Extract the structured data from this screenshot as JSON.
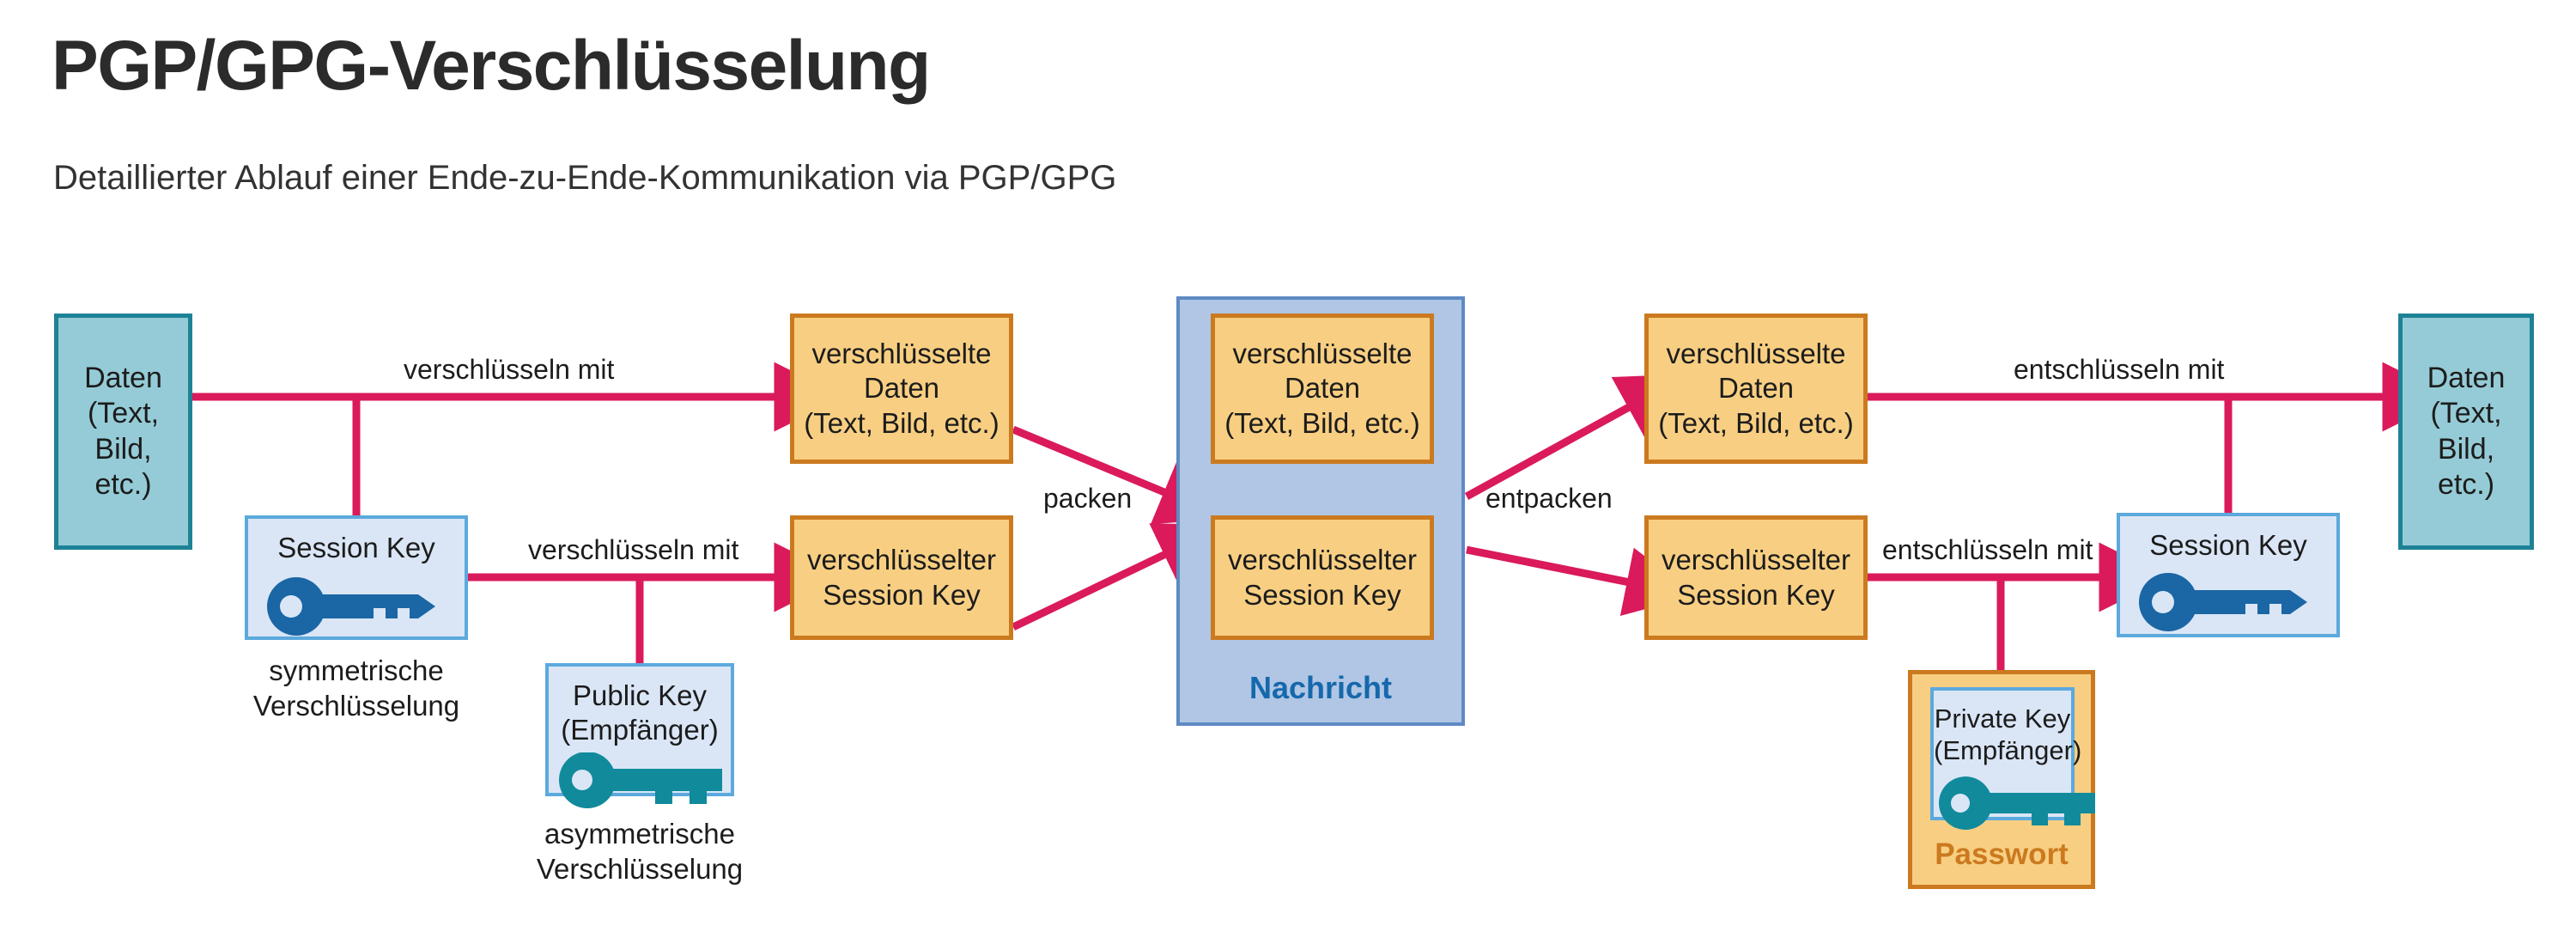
{
  "header": {
    "title": "PGP/GPG-Verschlüsselung",
    "subtitle": "Detaillierter Ablauf einer Ende-zu-Ende-Kommunikation via PGP/GPG"
  },
  "colors": {
    "teal_fill": "#95cbd6",
    "teal_border": "#1d8296",
    "orange_fill": "#f8cf82",
    "orange_border": "#cb7a1f",
    "lightblue_fill": "#dae6f6",
    "lightblue_border": "#5ca9dd",
    "message_fill": "#b0c6e4",
    "message_border": "#5e8ac4",
    "arrow": "#da1a5b",
    "key_blue": "#1b66a5",
    "key_teal": "#118a9c",
    "nachricht_text": "#1668ac",
    "passwort_text": "#cb7a1f"
  },
  "nodes": {
    "data_source": {
      "label": "Daten\n(Text,\nBild,\netc.)"
    },
    "session_key_left": {
      "label": "Session Key",
      "icon": "key-icon"
    },
    "session_key_left_caption": "symmetrische\nVerschlüsselung",
    "public_key": {
      "label": "Public Key\n(Empfänger)",
      "icon": "key-icon"
    },
    "public_key_caption": "asymmetrische\nVerschlüsselung",
    "encrypted_data_left": {
      "label": "verschlüsselte\nDaten\n(Text, Bild, etc.)"
    },
    "encrypted_session_key_left": {
      "label": "verschlüsselter\nSession Key"
    },
    "message_panel": {
      "title": "Nachricht",
      "encrypted_data": {
        "label": "verschlüsselte\nDaten\n(Text, Bild, etc.)"
      },
      "encrypted_session_key": {
        "label": "verschlüsselter\nSession Key"
      }
    },
    "encrypted_data_right": {
      "label": "verschlüsselte\nDaten\n(Text, Bild, etc.)"
    },
    "encrypted_session_key_right": {
      "label": "verschlüsselter\nSession Key"
    },
    "private_key": {
      "label": "Private Key\n(Empfänger)",
      "icon": "key-icon",
      "badge": "Passwort"
    },
    "session_key_right": {
      "label": "Session Key",
      "icon": "key-icon"
    },
    "data_target": {
      "label": "Daten\n(Text,\nBild,\netc.)"
    }
  },
  "edges": {
    "encrypt_data": "verschlüsseln mit",
    "encrypt_session_key": "verschlüsseln mit",
    "pack": "packen",
    "unpack": "entpacken",
    "decrypt_data": "entschlüsseln mit",
    "decrypt_session_key": "entschlüsseln mit"
  }
}
